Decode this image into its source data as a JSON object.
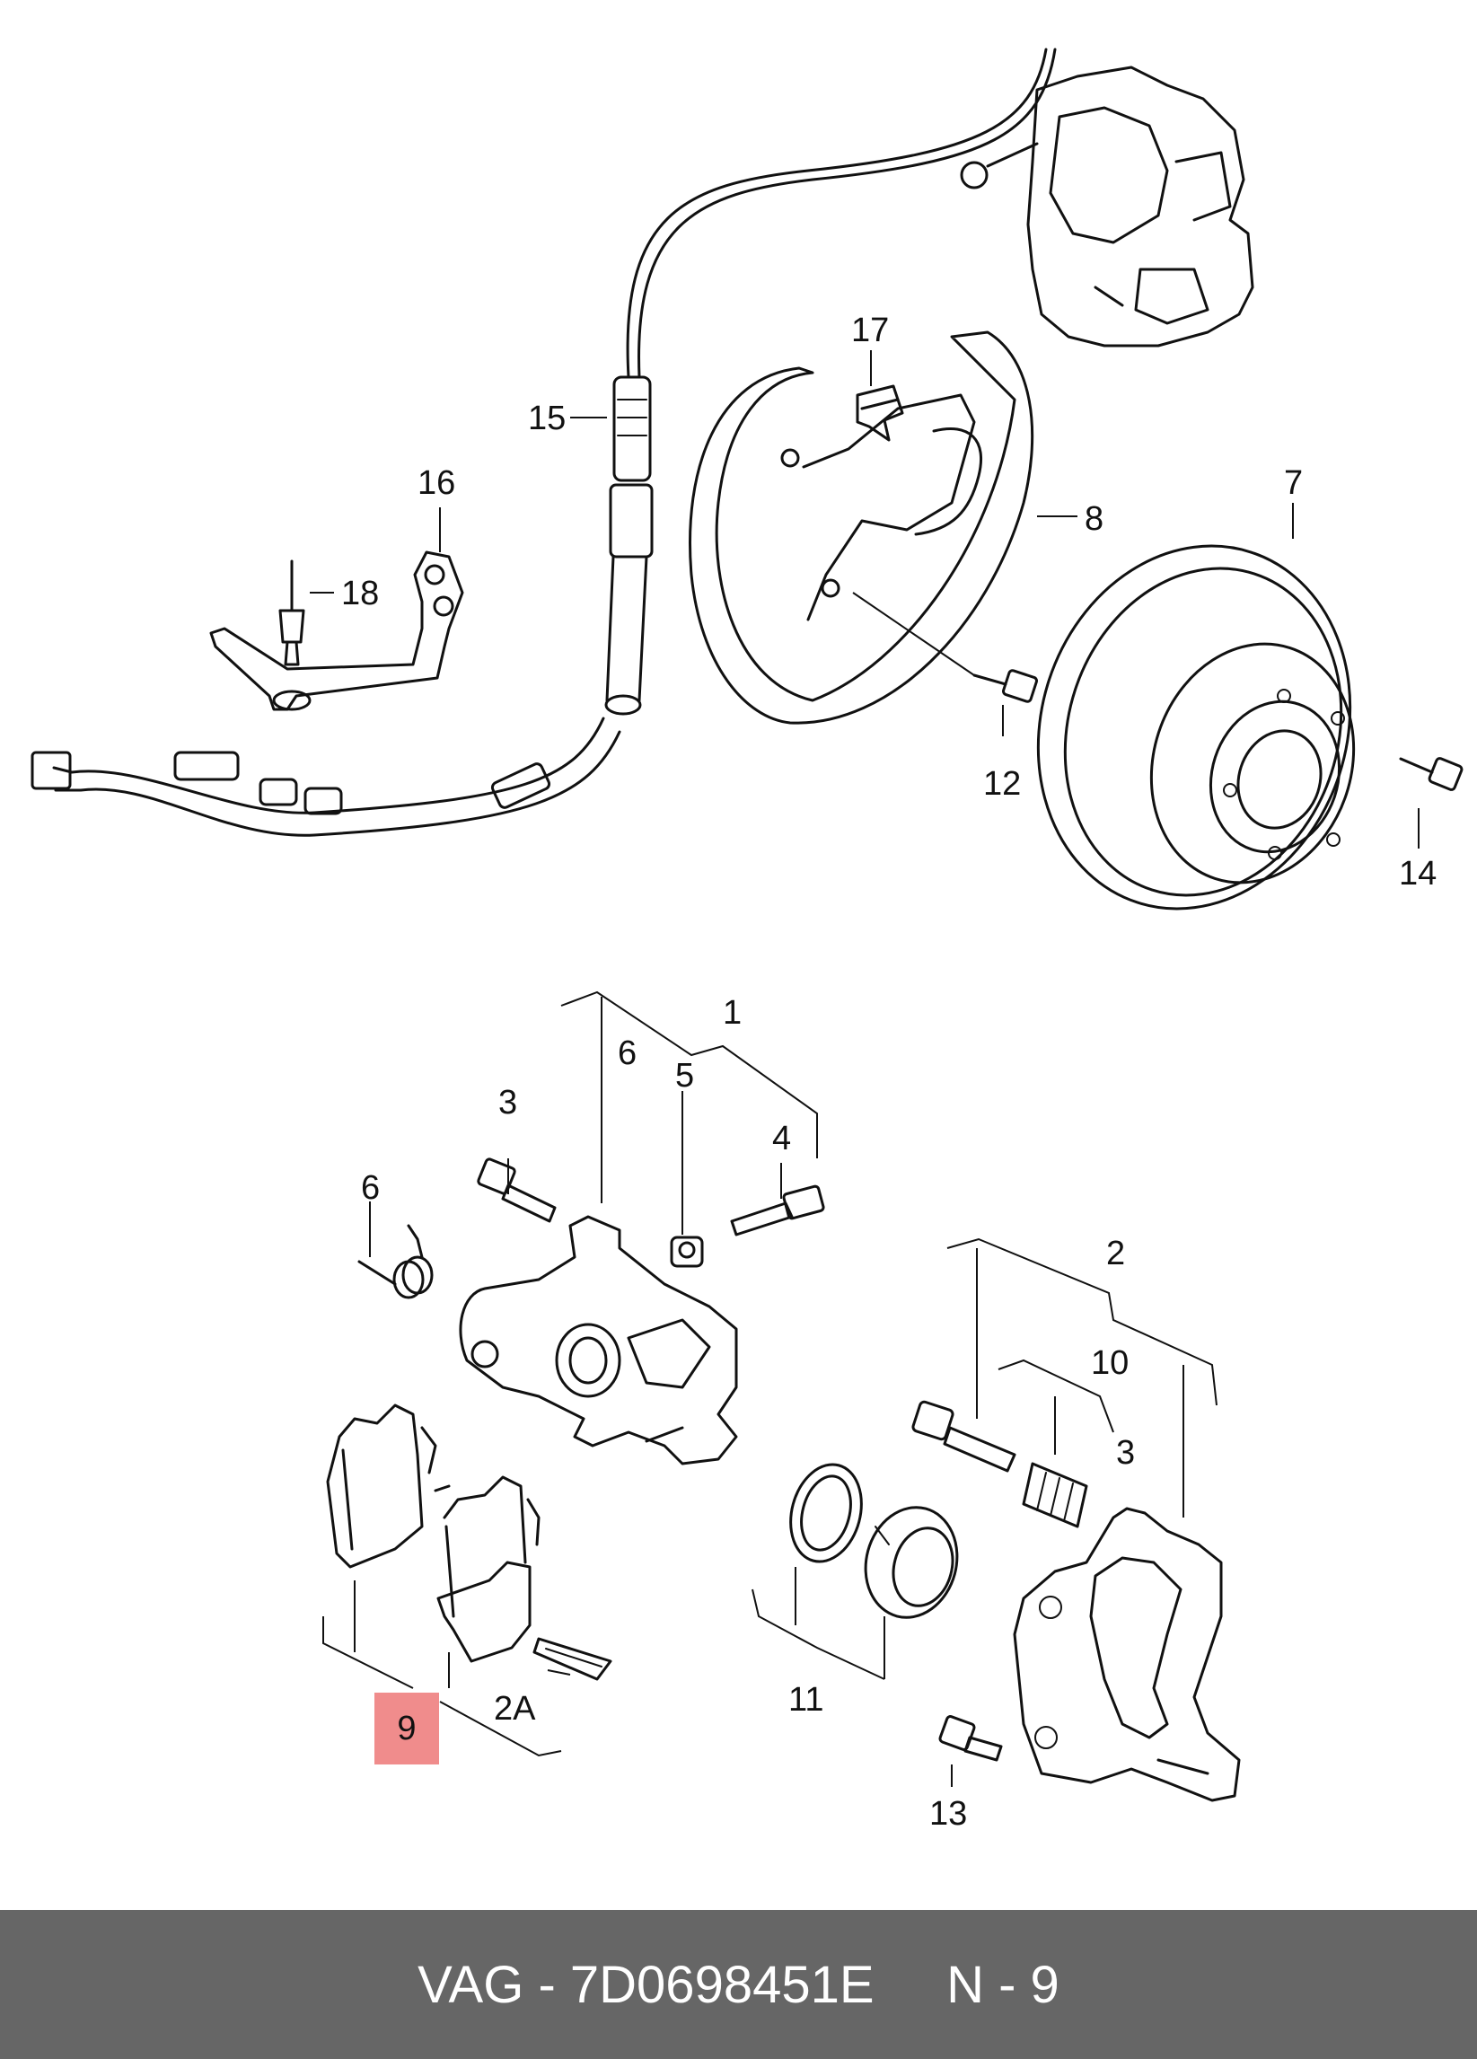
{
  "callouts": {
    "c1": "1",
    "c2": "2",
    "c2a": "2A",
    "c3a": "3",
    "c3b": "3",
    "c4": "4",
    "c5": "5",
    "c6a": "6",
    "c6b": "6",
    "c7": "7",
    "c8": "8",
    "c9": "9",
    "c10": "10",
    "c11": "11",
    "c12": "12",
    "c13": "13",
    "c14": "14",
    "c15": "15",
    "c16": "16",
    "c17": "17",
    "c18": "18"
  },
  "highlight_color": "#f08c8c",
  "footer": {
    "brand": "VAG",
    "separator": " - ",
    "part_number": "7D0698451E",
    "position": "N - 9"
  }
}
